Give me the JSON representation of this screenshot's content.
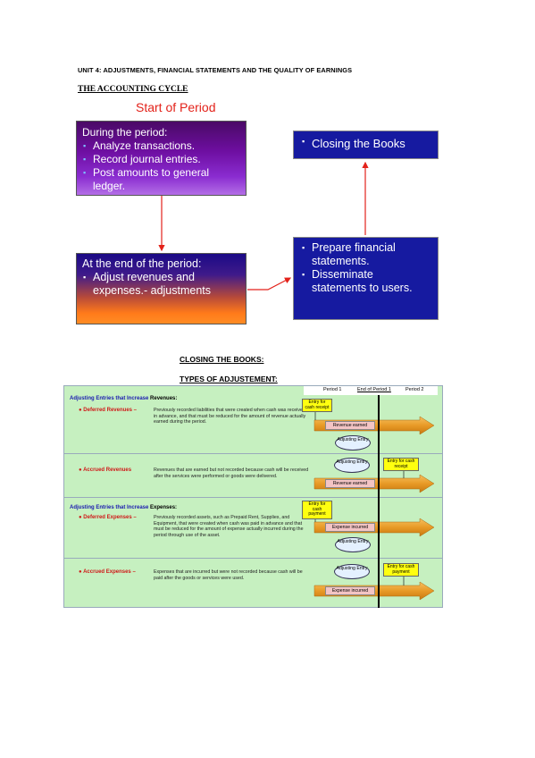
{
  "header": {
    "unit_title": "UNIT 4: ADJUSTMENTS, FINANCIAL STATEMENTS AND THE QUALITY OF EARNINGS",
    "cycle_heading": "THE ACCOUNTING CYCLE"
  },
  "cycle": {
    "start_label": "Start of Period",
    "during": {
      "title": "During the period:",
      "items": [
        "Analyze transactions.",
        "Record journal entries.",
        "Post amounts to general ledger."
      ]
    },
    "end": {
      "title": "At the end of the period:",
      "items": [
        "Adjust revenues and expenses.- adjustments"
      ]
    },
    "closing": {
      "items": [
        "Closing the Books"
      ]
    },
    "prepare": {
      "items": [
        "Prepare financial statements.",
        "Disseminate statements to users."
      ]
    }
  },
  "headings": {
    "closing_books": "CLOSING THE BOOKS:",
    "types_adjustment": "TYPES OF ADJUSTEMENT:"
  },
  "adjustments": {
    "periods": {
      "p1": "Period 1",
      "end_p1": "End of Period 1",
      "p2": "Period 2"
    },
    "rev_section": {
      "prefix": "Adjusting Entries that Increase ",
      "suffix": "Revenues:"
    },
    "exp_section": {
      "prefix": "Adjusting Entries that Increase ",
      "suffix": "Expenses:"
    },
    "deferred_revenues": {
      "label": "Deferred Revenues –",
      "desc": "Previously recorded liabilities that were created when cash was received in advance, and that must be reduced for the amount of revenue actually earned during the period.",
      "cash_tag": "Entry for cash receipt",
      "bar_label": "Revenue earned",
      "oval": "Adjusting Entry"
    },
    "accrued_revenues": {
      "label": "Accrued Revenues",
      "desc": "Revenues that are earned but not recorded because cash will be received after the services were performed or goods were delivered.",
      "cash_tag": "Entry for cash receipt",
      "bar_label": "Revenue earned",
      "oval": "Adjusting Entry"
    },
    "deferred_expenses": {
      "label": "Deferred Expenses –",
      "desc": "Previously recorded assets, such as Prepaid Rent, Supplies, and Equipment, that were created when cash was paid in advance and that must be reduced for the amount of expense actually incurred during the period through use of the asset.",
      "cash_tag": "Entry for cash payment",
      "bar_label": "Expense incurred",
      "oval": "Adjusting Entry"
    },
    "accrued_expenses": {
      "label": "Accrued Expenses –",
      "desc": "Expenses that are incurred but were not recorded because cash will be paid after the goods or services were used.",
      "cash_tag": "Entry for cash payment",
      "bar_label": "Expense incurred",
      "oval": "Adjusting Entry"
    }
  },
  "colors": {
    "arrow_red": "#e3221a",
    "box_blue": "#161aa0",
    "panel_green": "#c6f0c0",
    "tag_yellow": "#ffff10",
    "bar_orange": "#e89a26"
  }
}
